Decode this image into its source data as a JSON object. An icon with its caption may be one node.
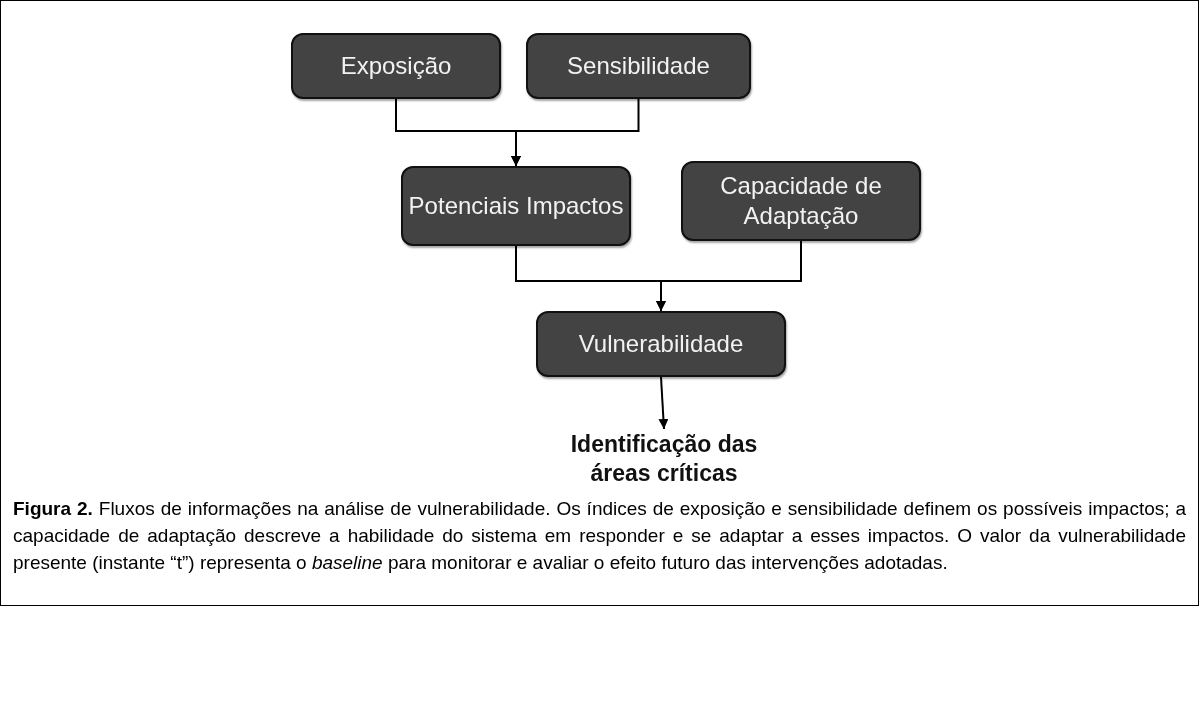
{
  "diagram": {
    "caption": "**Figura 2.** Fluxos de informações na análise de vulnerabilidade. Os índices de exposição e sensibilidade definem os possíveis impactos; a capacidade de adaptação descreve a habilidade do sistema em responder e se adaptar a esses impactos. O valor da vulnerabilidade presente (instante “t”) representa o *baseline* para monitorar e avaliar o efeito futuro das intervenções adotadas.",
    "nodes": [
      {
        "text": [
          "Exposição"
        ]
      },
      {
        "text": [
          "Sensibilidade"
        ]
      },
      {
        "text": [
          "Potenciais Impactos"
        ]
      },
      {
        "text": [
          "Capacidade de Adaptação"
        ]
      },
      {
        "text": [
          "Vulnerabilidade"
        ]
      },
      {
        "text": [
          "Identificação das áreas críticas"
        ]
      }
    ],
    "edges": [
      {
        "from": 0,
        "to": 2,
        "arrow": "to"
      },
      {
        "from": 1,
        "to": 2,
        "arrow": "to"
      },
      {
        "from": 2,
        "to": 4,
        "arrow": "to"
      },
      {
        "from": 3,
        "to": 4,
        "arrow": "to"
      },
      {
        "from": 4,
        "to": 5,
        "arrow": "to"
      }
    ]
  }
}
